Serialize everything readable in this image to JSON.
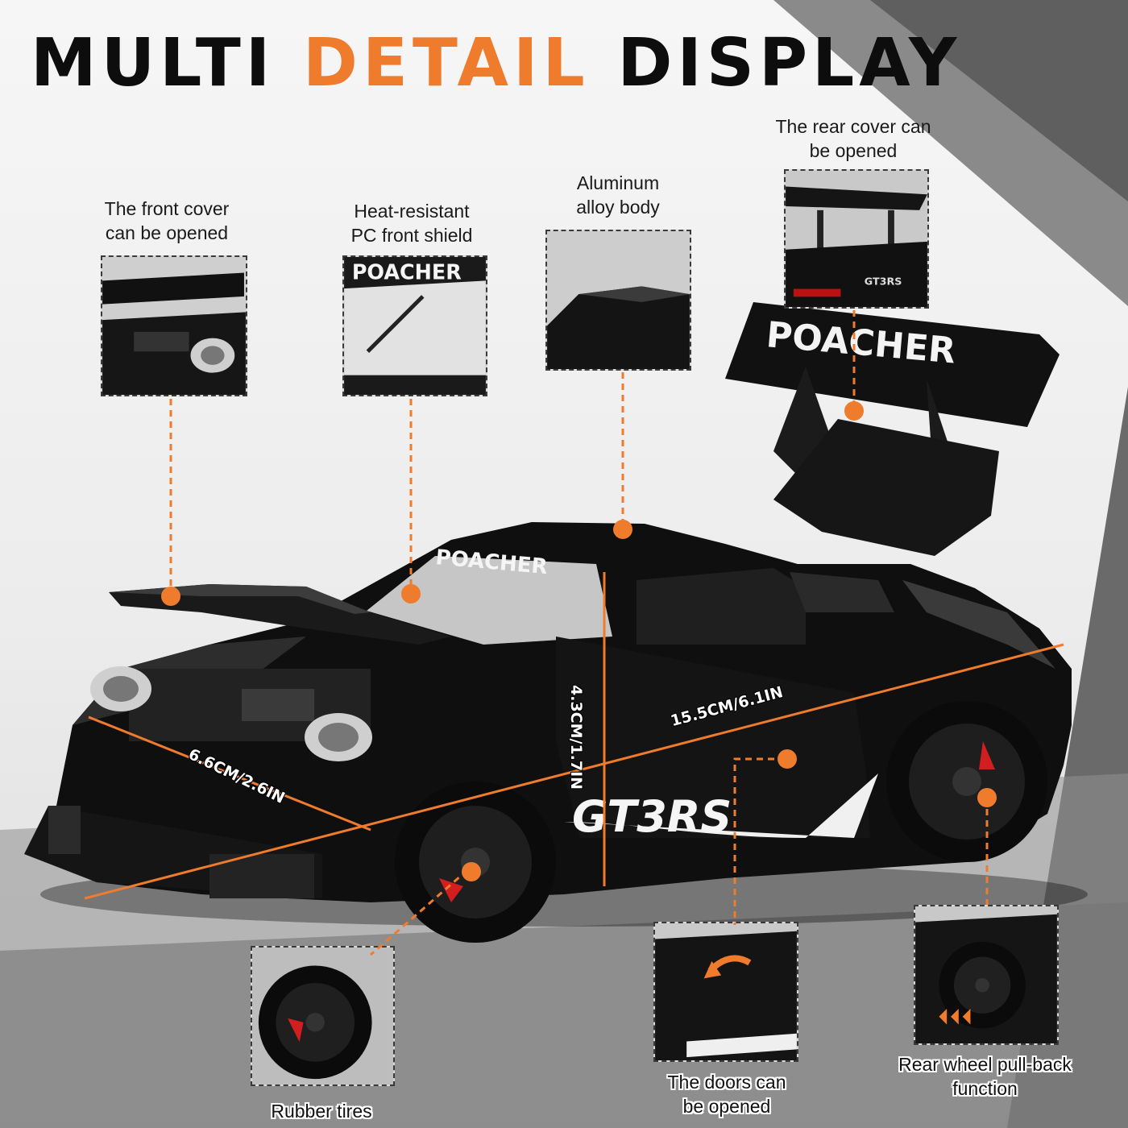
{
  "headline": {
    "word1": "MULTI",
    "word2": "DETAIL",
    "word3": "DISPLAY"
  },
  "colors": {
    "accent": "#ef7b2d",
    "car": "#0f0f0f",
    "brake": "#d21e1e"
  },
  "features": [
    {
      "id": "front_cover",
      "line1": "The front cover",
      "line2": "can be opened"
    },
    {
      "id": "front_shield",
      "line1": "Heat-resistant",
      "line2": "PC front shield"
    },
    {
      "id": "body",
      "line1": "Aluminum",
      "line2": "alloy body"
    },
    {
      "id": "rear_cover",
      "line1": "The rear cover can",
      "line2": "be opened"
    },
    {
      "id": "tires",
      "line1": "Rubber tires",
      "line2": ""
    },
    {
      "id": "doors",
      "line1": "The doors can",
      "line2": "be opened"
    },
    {
      "id": "pullback",
      "line1": "Rear wheel pull-back",
      "line2": "function"
    }
  ],
  "dimensions": {
    "width": "6.6CM/2.6IN",
    "length": "15.5CM/6.1IN",
    "height": "4.3CM/1.7IN"
  },
  "car_markings": {
    "windshield": "POACHER",
    "spoiler": "POACHER",
    "side": "GT3RS",
    "badge": "GT3RS"
  }
}
